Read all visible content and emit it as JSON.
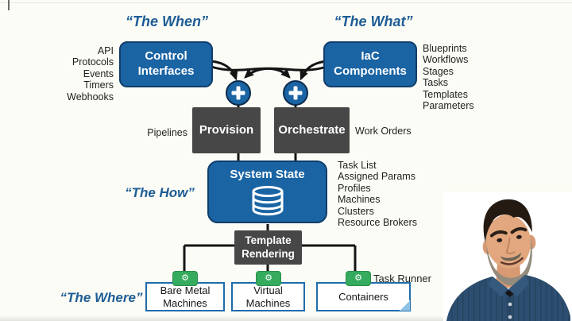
{
  "colors": {
    "bg": "#fcfcf6",
    "blue": "#1a64a4",
    "dark": "#474747",
    "green": "#35ab5d",
    "boxborder": "#1f6cab",
    "titleblue": "#1d5c95",
    "line": "#141414"
  },
  "titles": {
    "when": "“The When”",
    "what": "“The What”",
    "how": "“The How”",
    "where": "“The Where”"
  },
  "nodes": {
    "control_interfaces": {
      "line1": "Control",
      "line2": "Interfaces"
    },
    "iac_components": {
      "line1": "IaC",
      "line2": "Components"
    },
    "provision": {
      "label": "Provision"
    },
    "orchestrate": {
      "label": "Orchestrate"
    },
    "system_state": {
      "label": "System State"
    },
    "template_rendering": {
      "line1": "Template",
      "line2": "Rendering"
    },
    "bare_metal": {
      "line1": "Bare Metal",
      "line2": "Machines"
    },
    "virtual_machines": {
      "line1": "Virtual",
      "line2": "Machines"
    },
    "containers": {
      "label": "Containers"
    }
  },
  "lists": {
    "control_inputs": [
      "API",
      "Protocols",
      "Events",
      "Timers",
      "Webhooks"
    ],
    "iac_items": [
      "Blueprints",
      "Workflows",
      "Stages",
      "Tasks",
      "Templates",
      "Parameters"
    ],
    "state_items": [
      "Task List",
      "Assigned Params",
      "Profiles",
      "Machines",
      "Clusters",
      "Resource Brokers"
    ]
  },
  "flow_labels": {
    "pipelines": "Pipelines",
    "work_orders": "Work Orders",
    "task_runner": "Task Runner"
  },
  "icons": {
    "gear_glyph": "⚙"
  }
}
